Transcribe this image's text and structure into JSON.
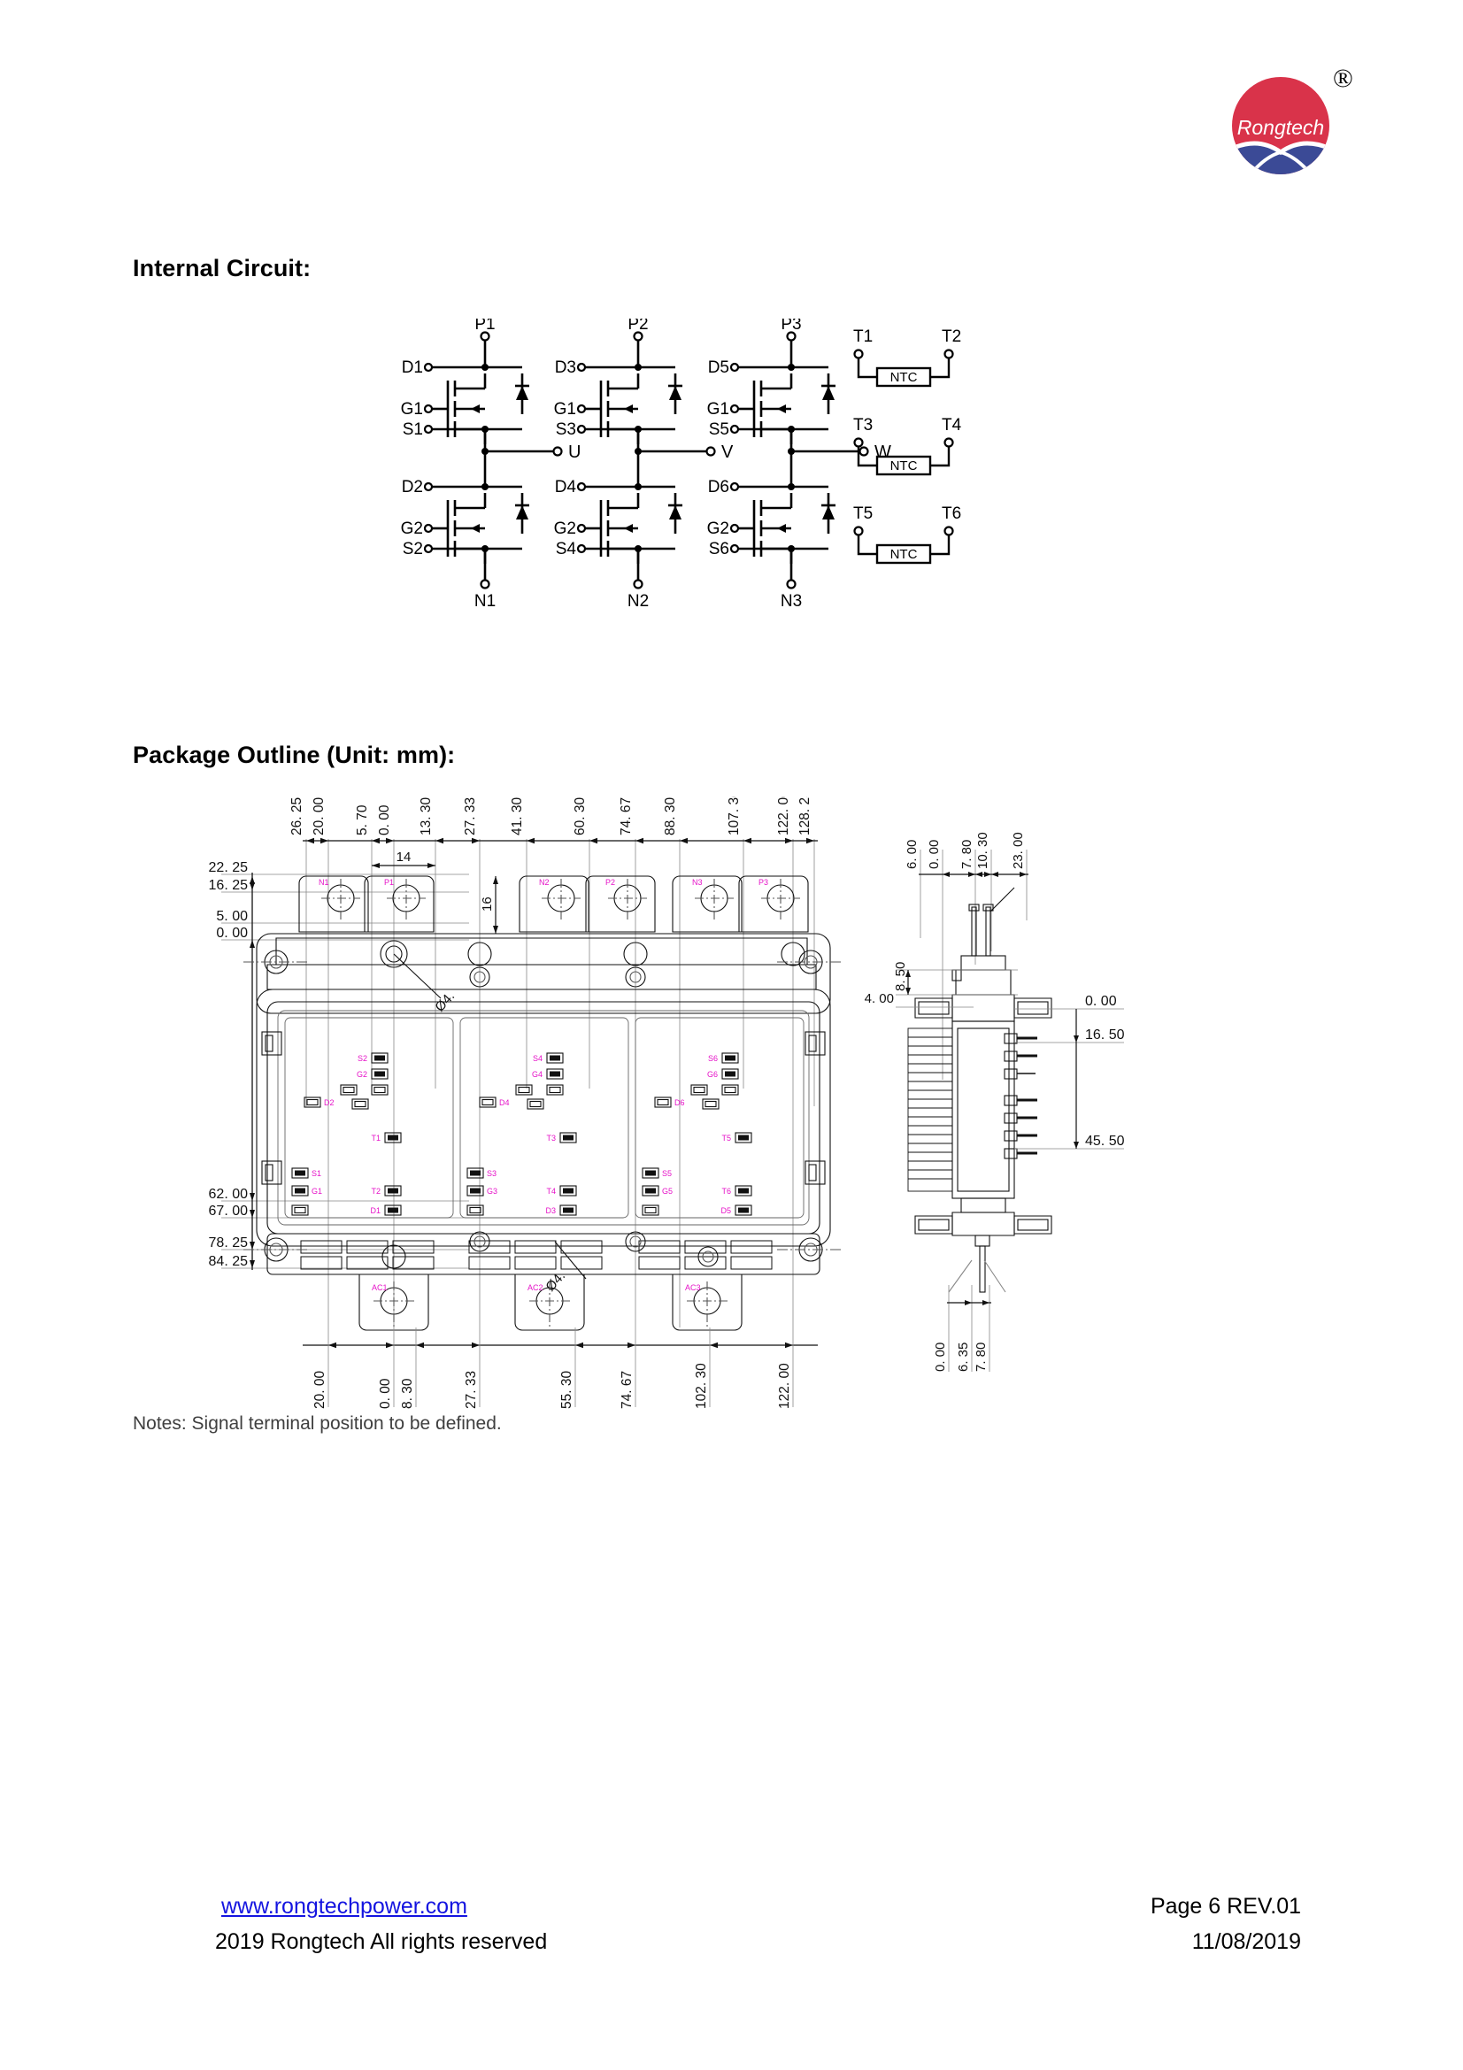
{
  "document": {
    "sections": {
      "internal_circuit_heading": "Internal Circuit:",
      "package_outline_heading": "Package Outline (Unit: mm):",
      "notes": "Notes: Signal terminal position to be defined."
    },
    "footer": {
      "url": "www.rongtechpower.com",
      "copyright": "2019 Rongtech All rights reserved",
      "page": "Page 6  REV.01",
      "date": "11/08/2019"
    },
    "logo": {
      "brand": "Rongtech",
      "registered_mark": "®",
      "top_color": "#d9334a",
      "bottom_color": "#3b4a96"
    }
  },
  "internal_circuit": {
    "phases": [
      {
        "id": "phase-u",
        "positive_rail": "P1",
        "negative_rail": "N1",
        "output": "U",
        "high_side": {
          "drain": "D1",
          "gate": "G1",
          "source": "S1"
        },
        "low_side": {
          "drain": "D2",
          "gate": "G2",
          "source": "S2"
        }
      },
      {
        "id": "phase-v",
        "positive_rail": "P2",
        "negative_rail": "N2",
        "output": "V",
        "high_side": {
          "drain": "D3",
          "gate": "G1",
          "source": "S3"
        },
        "low_side": {
          "drain": "D4",
          "gate": "G2",
          "source": "S4"
        }
      },
      {
        "id": "phase-w",
        "positive_rail": "P3",
        "negative_rail": "N3",
        "output": "W",
        "high_side": {
          "drain": "D5",
          "gate": "G1",
          "source": "S5"
        },
        "low_side": {
          "drain": "D6",
          "gate": "G2",
          "source": "S6"
        }
      }
    ],
    "thermistors": [
      {
        "label": "NTC",
        "left_terminal": "T1",
        "right_terminal": "T2"
      },
      {
        "label": "NTC",
        "left_terminal": "T3",
        "right_terminal": "T4"
      },
      {
        "label": "NTC",
        "left_terminal": "T5",
        "right_terminal": "T6"
      }
    ]
  },
  "package_outline": {
    "unit": "mm",
    "top_view": {
      "top_dimensions": [
        "26. 25",
        "20. 00",
        "5. 70",
        "0. 00",
        "13. 30",
        "27. 33",
        "41. 30",
        "60. 30",
        "74. 67",
        "88. 30",
        "107. 30",
        "122. 00",
        "128. 25"
      ],
      "bottom_dimensions": [
        "20. 00",
        "0. 00",
        "8. 30",
        "27. 33",
        "55. 30",
        "74. 67",
        "102. 30",
        "122. 00"
      ],
      "left_dimensions": [
        "22. 25",
        "16. 25",
        "5. 00",
        "0. 00",
        "62. 00",
        "67. 00",
        "78. 25",
        "84. 25"
      ],
      "inline_dimensions": [
        "14",
        "16"
      ],
      "hole_callout": "Ø4.",
      "power_terminals": [
        "N1",
        "P1",
        "N2",
        "P2",
        "N3",
        "P3"
      ],
      "ac_terminals": [
        "AC1",
        "AC2",
        "AC3"
      ],
      "signal_terminals_phase1": [
        "S2",
        "G2",
        "D2",
        "T1",
        "S1",
        "G1",
        "T2",
        "D1"
      ],
      "signal_terminals_phase2": [
        "S4",
        "G4",
        "D4",
        "T3",
        "S3",
        "G3",
        "T4",
        "D3"
      ],
      "signal_terminals_phase3": [
        "S6",
        "G6",
        "D6",
        "T5",
        "S5",
        "G5",
        "T6",
        "D5"
      ]
    },
    "side_view": {
      "top_dimensions": [
        "6. 00",
        "0. 00",
        "7. 80",
        "10. 30",
        "23. 00"
      ],
      "left_dimensions": [
        "8. 50",
        "4. 00"
      ],
      "right_dimensions": [
        "0. 00",
        "16. 50",
        "45. 50"
      ],
      "bottom_dimensions": [
        "0. 00",
        "6. 35",
        "7. 80"
      ]
    }
  }
}
